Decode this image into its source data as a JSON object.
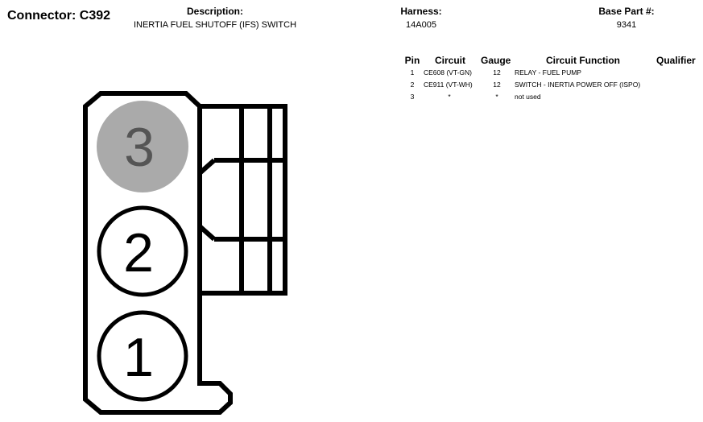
{
  "connector": {
    "title": "Connector: C392"
  },
  "description": {
    "label": "Description:",
    "value": "INERTIA FUEL SHUTOFF (IFS) SWITCH"
  },
  "harness": {
    "label": "Harness:",
    "value": "14A005"
  },
  "base_part": {
    "label": "Base Part #:",
    "value": "9341"
  },
  "table": {
    "headers": {
      "pin": "Pin",
      "circuit": "Circuit",
      "gauge": "Gauge",
      "function": "Circuit Function",
      "qualifier": "Qualifier"
    },
    "rows": [
      {
        "pin": "1",
        "circuit": "CE608 (VT-GN)",
        "gauge": "12",
        "function": "RELAY - FUEL PUMP",
        "qualifier": ""
      },
      {
        "pin": "2",
        "circuit": "CE911 (VT-WH)",
        "gauge": "12",
        "function": "SWITCH - INERTIA POWER OFF (ISPO)",
        "qualifier": ""
      },
      {
        "pin": "3",
        "circuit": "*",
        "gauge": "*",
        "function": "not used",
        "qualifier": ""
      }
    ]
  },
  "diagram": {
    "pins": [
      {
        "label": "3",
        "used": false
      },
      {
        "label": "2",
        "used": true
      },
      {
        "label": "1",
        "used": true
      }
    ],
    "colors": {
      "outline": "#000000",
      "unused_pin_fill": "#aaaaaa",
      "unused_pin_text": "#555555"
    }
  }
}
